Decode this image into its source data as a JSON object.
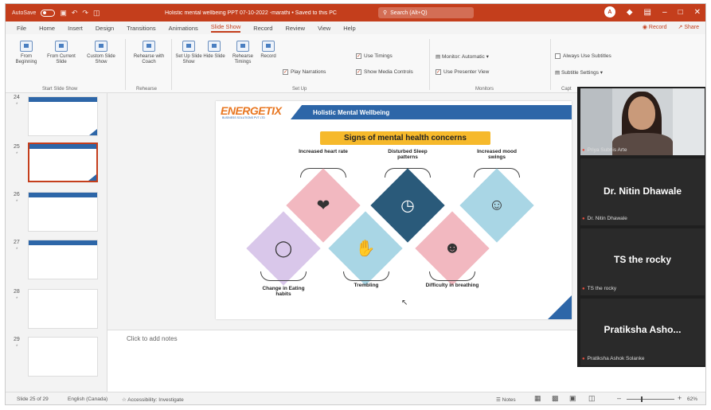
{
  "titlebar": {
    "autosave": "AutoSave",
    "autosave_state": "Off",
    "title": "Holistic mental wellbeing PPT 07-10-2022 -marathi • Saved to this PC",
    "search": "Search (Alt+Q)",
    "user_initial": "A"
  },
  "tabs": [
    "File",
    "Home",
    "Insert",
    "Design",
    "Transitions",
    "Animations",
    "Slide Show",
    "Record",
    "Review",
    "View",
    "Help"
  ],
  "tabs_right": {
    "record": "Record",
    "share": "Share"
  },
  "ribbon": {
    "start": {
      "from_beginning": "From Beginning",
      "from_current": "From Current Slide",
      "custom": "Custom Slide Show",
      "group": "Start Slide Show"
    },
    "rehearse": {
      "coach": "Rehearse with Coach",
      "group": "Rehearse"
    },
    "setup": {
      "setup": "Set Up Slide Show",
      "hide": "Hide Slide",
      "timings": "Rehearse Timings",
      "record": "Record",
      "play_narrations": "Play Narrations",
      "use_timings": "Use Timings",
      "show_media": "Show Media Controls",
      "group": "Set Up"
    },
    "monitors": {
      "monitor_label": "Monitor:",
      "monitor_value": "Automatic",
      "presenter_view": "Use Presenter View",
      "group": "Monitors"
    },
    "captions": {
      "always_subtitles": "Always Use Subtitles",
      "subtitle_settings": "Subtitle Settings",
      "group": "Capt"
    }
  },
  "thumbnails": [
    {
      "num": "24",
      "star": "*"
    },
    {
      "num": "25",
      "star": "*",
      "selected": true
    },
    {
      "num": "26",
      "star": "*"
    },
    {
      "num": "27",
      "star": "*"
    },
    {
      "num": "28",
      "star": "*"
    },
    {
      "num": "29",
      "star": "*"
    }
  ],
  "slide": {
    "brand": "ENERGETIX",
    "brand_sub": "BUSINESS SOLUTIONS PVT LTD",
    "header_title": "Holistic Mental Wellbeing",
    "subtitle": "Signs of mental health concerns",
    "labels": {
      "heart": "Increased heart rate",
      "sleep": "Disturbed Sleep patterns",
      "mood": "Increased mood swings",
      "eating": "Change in Eating habits",
      "trembling": "Trembling",
      "breathing": "Difficulty in breathing"
    },
    "icons": {
      "heart": "heart-icon",
      "sleep": "clock-icon",
      "mood": "masks-icon",
      "eating": "plate-icon",
      "trembling": "hands-icon",
      "breathing": "person-icon"
    },
    "colors": {
      "pink": "#f2b8c0",
      "dark_blue": "#2a5a7a",
      "light_blue": "#a9d6e5",
      "lavender": "#d9c7ea",
      "accent": "#f6b92b",
      "brand_blue": "#2d66a8"
    }
  },
  "notes": {
    "placeholder": "Click to add notes"
  },
  "status": {
    "slide_info": "Slide 25 of 29",
    "language": "English (Canada)",
    "accessibility": "Accessibility: Investigate",
    "notes_btn": "Notes",
    "zoom": "62%"
  },
  "meeting": {
    "participants": [
      {
        "display": "",
        "caption": "Priya Subnis Arte",
        "video": true
      },
      {
        "display": "Dr. Nitin Dhawale",
        "caption": "Dr. Nitin Dhawale"
      },
      {
        "display": "TS the rocky",
        "caption": "TS the rocky"
      },
      {
        "display": "Pratiksha Asho...",
        "caption": "Pratiksha Ashok Solanke"
      }
    ]
  }
}
